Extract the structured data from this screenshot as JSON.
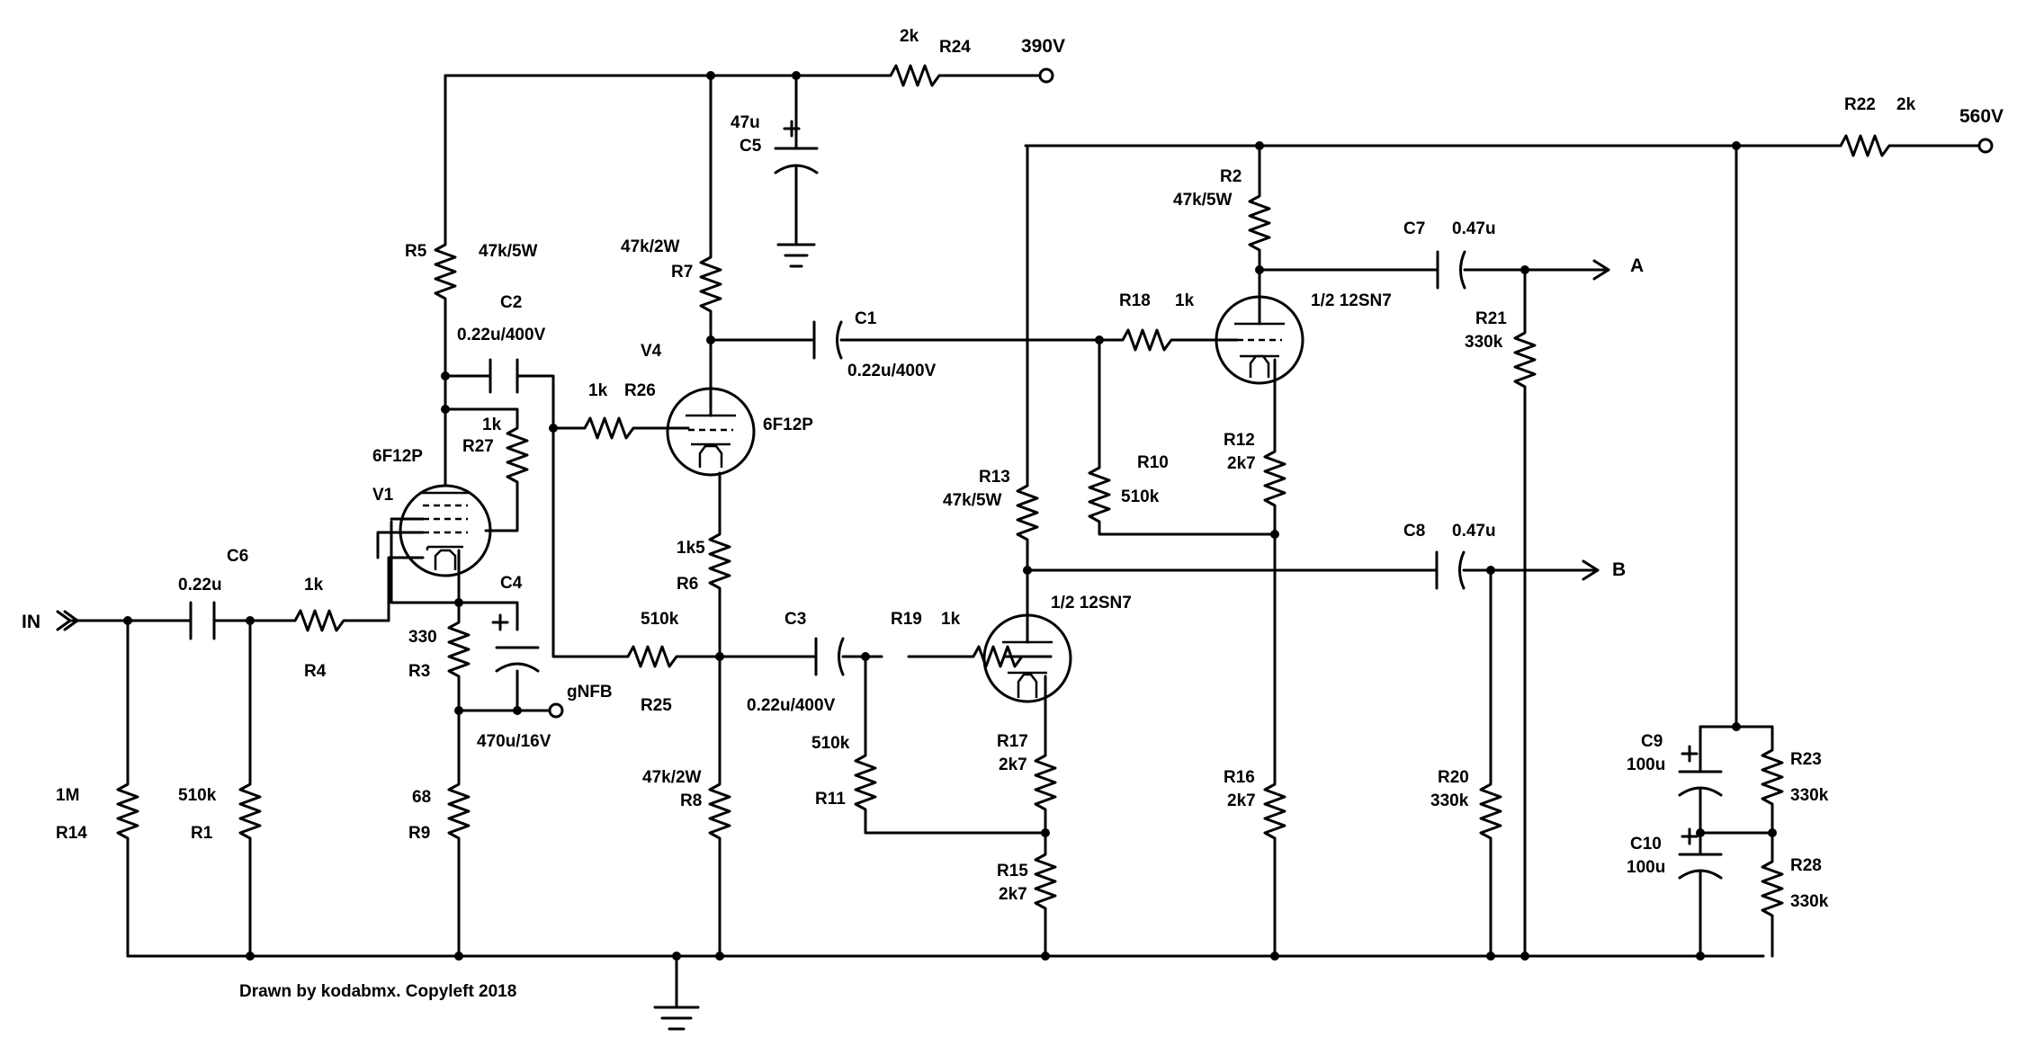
{
  "credit": "Drawn by kodabmx. Copyleft 2018",
  "nets": {
    "input": "IN",
    "b390": "390V",
    "b560": "560V",
    "gnfb": "gNFB",
    "out_a": "A",
    "out_b": "B"
  },
  "tubes": {
    "v1_ref": "V1",
    "v1_type": "6F12P",
    "v4_ref": "V4",
    "v4_type": "6F12P",
    "top_type": "1/2 12SN7",
    "bot_type": "1/2 12SN7"
  },
  "resistors": {
    "R1": {
      "ref": "R1",
      "value": "510k"
    },
    "R2": {
      "ref": "R2",
      "value": "47k/5W"
    },
    "R3": {
      "ref": "R3",
      "value": "330"
    },
    "R4": {
      "ref": "R4",
      "value": "1k"
    },
    "R5": {
      "ref": "R5",
      "value": "47k/5W"
    },
    "R6": {
      "ref": "R6",
      "value": "1k5"
    },
    "R7": {
      "ref": "R7",
      "value": "47k/2W"
    },
    "R8": {
      "ref": "R8",
      "value": "47k/2W"
    },
    "R9": {
      "ref": "R9",
      "value": "68"
    },
    "R10": {
      "ref": "R10",
      "value": "510k"
    },
    "R11": {
      "ref": "R11",
      "value": "510k"
    },
    "R12": {
      "ref": "R12",
      "value": "2k7"
    },
    "R13": {
      "ref": "R13",
      "value": "47k/5W"
    },
    "R14": {
      "ref": "R14",
      "value": "1M"
    },
    "R15": {
      "ref": "R15",
      "value": "2k7"
    },
    "R16": {
      "ref": "R16",
      "value": "2k7"
    },
    "R17": {
      "ref": "R17",
      "value": "2k7"
    },
    "R18": {
      "ref": "R18",
      "value": "1k"
    },
    "R19": {
      "ref": "R19",
      "value": "1k"
    },
    "R20": {
      "ref": "R20",
      "value": "330k"
    },
    "R21": {
      "ref": "R21",
      "value": "330k"
    },
    "R22": {
      "ref": "R22",
      "value": "2k"
    },
    "R23": {
      "ref": "R23",
      "value": "330k"
    },
    "R24": {
      "ref": "R24",
      "value": "2k"
    },
    "R25": {
      "ref": "R25",
      "value": "510k"
    },
    "R26": {
      "ref": "R26",
      "value": "1k"
    },
    "R27": {
      "ref": "R27",
      "value": "1k"
    },
    "R28": {
      "ref": "R28",
      "value": "330k"
    }
  },
  "capacitors": {
    "C1": {
      "ref": "C1",
      "value": "0.22u/400V"
    },
    "C2": {
      "ref": "C2",
      "value": "0.22u/400V"
    },
    "C3": {
      "ref": "C3",
      "value": "0.22u/400V"
    },
    "C4": {
      "ref": "C4",
      "value": "470u/16V"
    },
    "C5": {
      "ref": "C5",
      "value": "47u"
    },
    "C6": {
      "ref": "C6",
      "value": "0.22u"
    },
    "C7": {
      "ref": "C7",
      "value": "0.47u"
    },
    "C8": {
      "ref": "C8",
      "value": "0.47u"
    },
    "C9": {
      "ref": "C9",
      "value": "100u"
    },
    "C10": {
      "ref": "C10",
      "value": "100u"
    }
  }
}
